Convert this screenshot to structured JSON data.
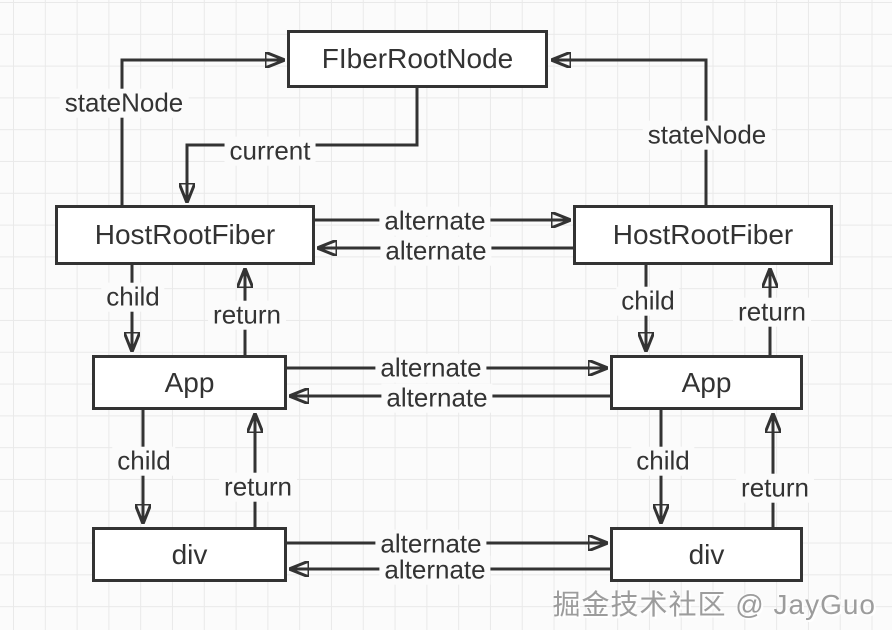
{
  "diagram": {
    "title_hint": "React Fiber tree structure diagram",
    "colors": {
      "line": "#333333",
      "box_border": "#333333",
      "box_fill": "#ffffff",
      "background": "#fbfbfb",
      "grid_line": "#e9e9e9",
      "watermark": "#9c9c9c"
    },
    "nodes": {
      "fiber_root": {
        "label": "FIberRootNode"
      },
      "host_root_left": {
        "label": "HostRootFiber"
      },
      "host_root_right": {
        "label": "HostRootFiber"
      },
      "app_left": {
        "label": "App"
      },
      "app_right": {
        "label": "App"
      },
      "div_left": {
        "label": "div"
      },
      "div_right": {
        "label": "div"
      }
    },
    "edges": [
      {
        "from": "host_root_left",
        "to": "fiber_root",
        "label": "stateNode"
      },
      {
        "from": "host_root_right",
        "to": "fiber_root",
        "label": "stateNode"
      },
      {
        "from": "fiber_root",
        "to": "host_root_left",
        "label": "current"
      },
      {
        "from": "host_root_left",
        "to": "host_root_right",
        "label": "alternate"
      },
      {
        "from": "host_root_right",
        "to": "host_root_left",
        "label": "alternate"
      },
      {
        "from": "host_root_left",
        "to": "app_left",
        "label": "child"
      },
      {
        "from": "app_left",
        "to": "host_root_left",
        "label": "return"
      },
      {
        "from": "host_root_right",
        "to": "app_right",
        "label": "child"
      },
      {
        "from": "app_right",
        "to": "host_root_right",
        "label": "return"
      },
      {
        "from": "app_left",
        "to": "app_right",
        "label": "alternate"
      },
      {
        "from": "app_right",
        "to": "app_left",
        "label": "alternate"
      },
      {
        "from": "app_left",
        "to": "div_left",
        "label": "child"
      },
      {
        "from": "div_left",
        "to": "app_left",
        "label": "return"
      },
      {
        "from": "app_right",
        "to": "div_right",
        "label": "child"
      },
      {
        "from": "div_right",
        "to": "app_right",
        "label": "return"
      },
      {
        "from": "div_left",
        "to": "div_right",
        "label": "alternate"
      },
      {
        "from": "div_right",
        "to": "div_left",
        "label": "alternate"
      }
    ]
  },
  "watermark": {
    "text": "掘金技术社区 @ JayGuo"
  }
}
